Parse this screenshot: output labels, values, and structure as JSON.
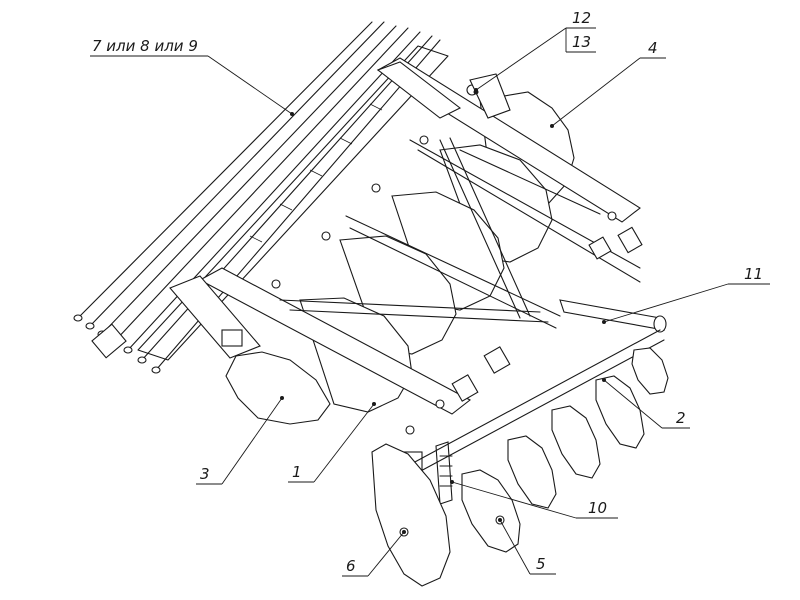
{
  "callouts": {
    "c1": "1",
    "c2": "2",
    "c3": "3",
    "c4": "4",
    "c5": "5",
    "c6": "6",
    "c7_9": "7 или 8 или 9",
    "c10": "10",
    "c11": "11",
    "c12": "12",
    "c13": "13"
  },
  "colors": {
    "line": "#1a1a1a",
    "background": "#ffffff"
  }
}
